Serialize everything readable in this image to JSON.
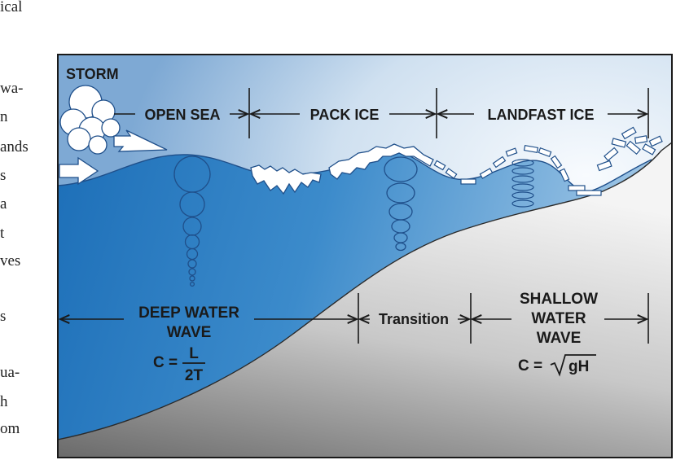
{
  "margin_text": [
    "ical",
    "wa-",
    "n",
    "ands",
    "s",
    "a",
    "t",
    "ves",
    "s",
    "ua-",
    "h",
    "om"
  ],
  "diagram": {
    "storm_label": "STORM",
    "zones_top": [
      "OPEN SEA",
      "PACK ICE",
      "LANDFAST ICE"
    ],
    "zones_bottom": {
      "deep_line1": "DEEP WATER",
      "deep_line2": "WAVE",
      "transition": "Transition",
      "shallow_line1": "SHALLOW",
      "shallow_line2": "WATER",
      "shallow_line3": "WAVE"
    },
    "formula_deep": {
      "lhs": "C =",
      "numerator": "L",
      "denominator": "2T"
    },
    "formula_shallow": {
      "lhs": "C =",
      "radicand": "gH"
    }
  },
  "colors": {
    "frame": "#1a1a1a",
    "sky_light": "#f4f8fc",
    "sky_blue": "#8fb6da",
    "water_deep": "#1d6fb8",
    "water_light": "#a8cbe8",
    "seabed_dark": "#6a6a6a",
    "seabed_light": "#f2f2f2",
    "ice_fill": "#ffffff",
    "ice_stroke": "#1f4f8a"
  }
}
